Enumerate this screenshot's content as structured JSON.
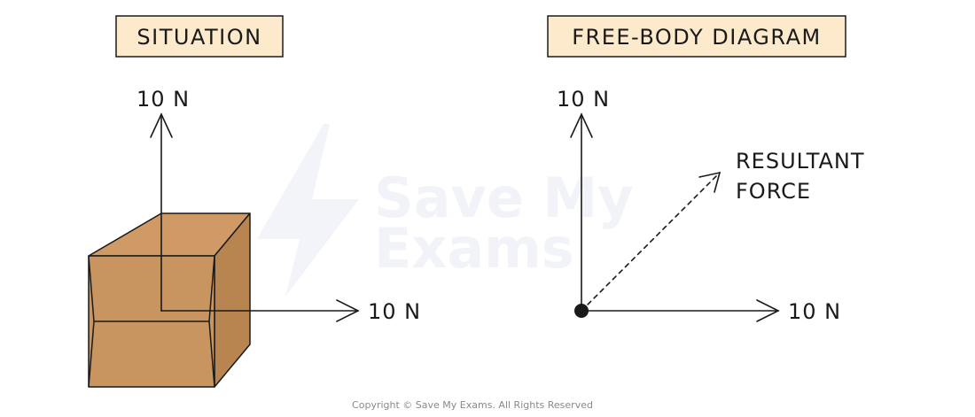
{
  "panels": {
    "situation": {
      "title": "SITUATION"
    },
    "free_body": {
      "title": "FREE-BODY DIAGRAM"
    }
  },
  "forces": {
    "situation_up": {
      "label": "10 N"
    },
    "situation_right": {
      "label": "10 N"
    },
    "fbd_up": {
      "label": "10 N"
    },
    "fbd_right": {
      "label": "10 N"
    },
    "resultant": {
      "label_line1": "RESULTANT",
      "label_line2": "FORCE"
    }
  },
  "watermark": {
    "line1": "Save My",
    "line2": "Exams"
  },
  "copyright": "Copyright © Save My Exams. All Rights Reserved",
  "colors": {
    "title_box_fill": "#fde9cc",
    "box_front": "#c8945f",
    "box_top": "#cf9a66",
    "box_side": "#b88550",
    "ink": "#1a1a1a"
  }
}
